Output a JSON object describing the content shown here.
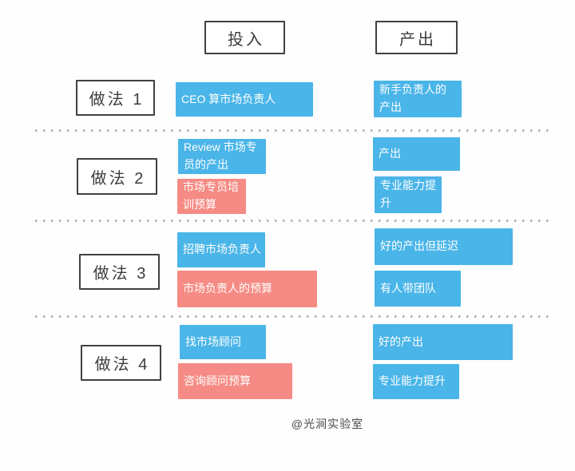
{
  "headers": {
    "input": "投入",
    "output": "产出"
  },
  "rows": [
    {
      "label": "做法 1",
      "inputs": [
        {
          "text": "CEO 算市场负责人",
          "color": "blue"
        }
      ],
      "outputs": [
        {
          "text": "新手负责人的产出",
          "color": "blue"
        }
      ]
    },
    {
      "label": "做法 2",
      "inputs": [
        {
          "text": "Review 市场专员的产出",
          "color": "blue"
        },
        {
          "text": "市场专员培训预算",
          "color": "pink"
        }
      ],
      "outputs": [
        {
          "text": "产出",
          "color": "blue"
        },
        {
          "text": "专业能力提升",
          "color": "blue"
        }
      ]
    },
    {
      "label": "做法 3",
      "inputs": [
        {
          "text": "招聘市场负责人",
          "color": "blue"
        },
        {
          "text": "市场负责人的预算",
          "color": "pink"
        }
      ],
      "outputs": [
        {
          "text": "好的产出但延迟",
          "color": "blue"
        },
        {
          "text": "有人带团队",
          "color": "blue"
        }
      ]
    },
    {
      "label": "做法 4",
      "inputs": [
        {
          "text": "找市场顾问",
          "color": "blue"
        },
        {
          "text": "咨询顾问预算",
          "color": "pink"
        }
      ],
      "outputs": [
        {
          "text": "好的产出",
          "color": "blue"
        },
        {
          "text": "专业能力提升",
          "color": "blue"
        }
      ]
    }
  ],
  "watermark": "@光涧实验室",
  "colors": {
    "input_positive": "#4ab5e8",
    "input_cost": "#f58b84",
    "box_border": "#414141",
    "box_text": "#3c3c3c",
    "chip_text": "#ffffff",
    "separator_dots": "#b6b6b6",
    "background": "#fefefe"
  }
}
